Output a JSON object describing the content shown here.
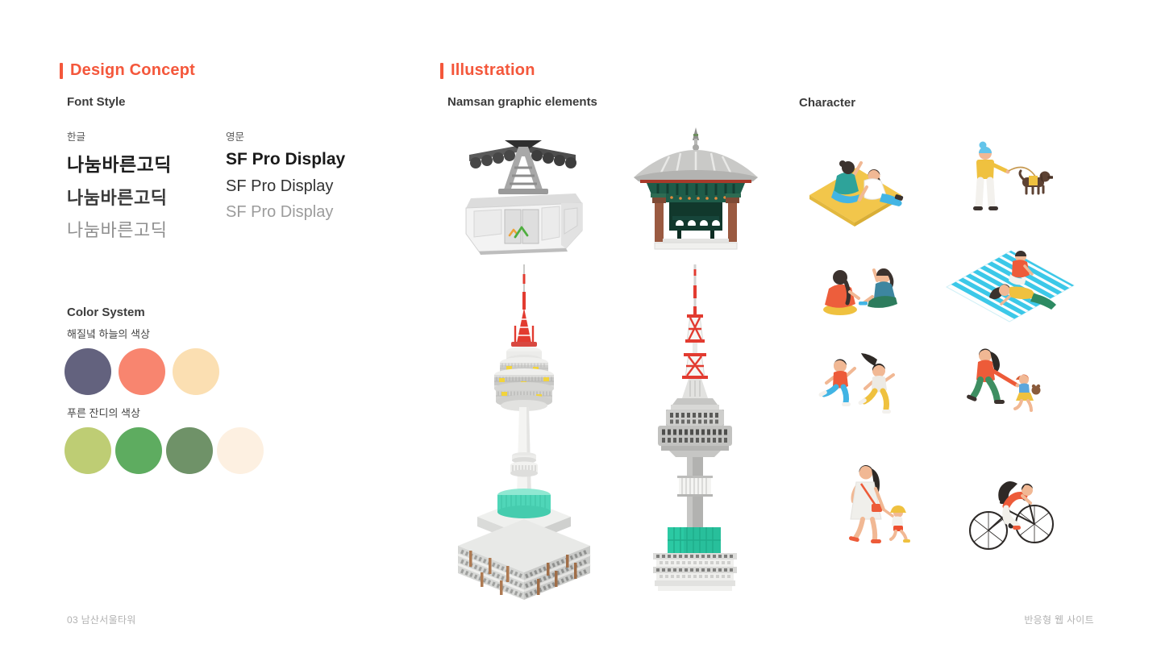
{
  "accent_color": "#F4573B",
  "design_concept": {
    "title": "Design Concept",
    "font_style": {
      "heading": "Font Style",
      "korean": {
        "label": "한글",
        "bold": "나눔바른고딕",
        "medium": "나눔바른고딕",
        "light": "나눔바른고딕"
      },
      "english": {
        "label": "영문",
        "bold": "SF Pro Display",
        "regular": "SF Pro Display",
        "light": "SF Pro Display"
      }
    },
    "color_system": {
      "heading": "Color System",
      "sunset_palette": {
        "label": "해질녘 하늘의 색상",
        "colors": [
          "#63627E",
          "#F8856F",
          "#FBDFB2"
        ]
      },
      "grass_palette": {
        "label": "푸른 잔디의 색상",
        "colors": [
          "#BECD74",
          "#5EAC60",
          "#6F9268",
          "#FDF0E1"
        ]
      }
    }
  },
  "illustration": {
    "title": "Illustration",
    "namsan_heading": "Namsan graphic elements",
    "character_heading": "Character",
    "namsan_elements": [
      "cable-car",
      "pavilion",
      "n-seoul-tower-isometric",
      "n-seoul-tower-front"
    ],
    "characters": [
      "couple-sitting-on-picnic-mat",
      "person-walking-dachshund",
      "two-women-chatting",
      "couple-on-striped-blanket",
      "children-running",
      "mother-playing-with-child",
      "mother-walking-with-son",
      "woman-riding-bicycle"
    ]
  },
  "footer": {
    "page_label": "03 남산서울타워",
    "right_label": "반응형 웹 사이트"
  }
}
